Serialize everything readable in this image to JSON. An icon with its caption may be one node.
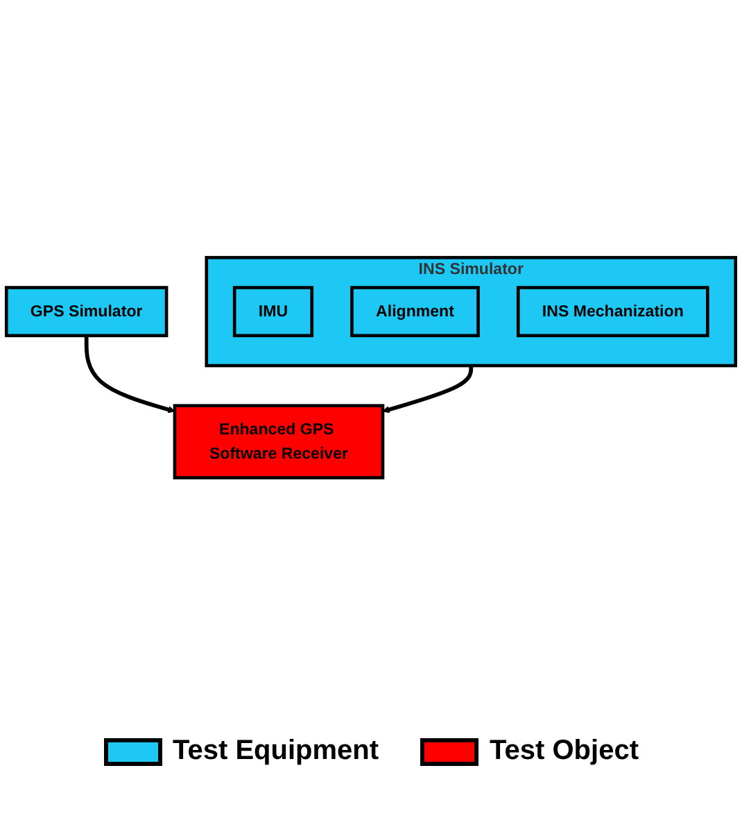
{
  "diagram": {
    "nodes": [
      {
        "text": [
          "GPS Simulator"
        ]
      },
      {
        "text": [
          "Enhanced GPS Software Receiver"
        ]
      },
      {
        "text": [
          "INS Simulator"
        ]
      },
      {
        "text": [
          "IMU"
        ],
        "in": 2
      },
      {
        "text": [
          "Alignment"
        ],
        "in": 2
      },
      {
        "text": [
          "INS Mechanization"
        ],
        "in": 2
      }
    ],
    "edges": [
      {
        "from": 0,
        "to": 1,
        "arrow": "to"
      },
      {
        "from": 2,
        "to": 1,
        "arrow": "to"
      }
    ],
    "legend": [
      {
        "text": "Test Equipment",
        "color": "#1ec8f5"
      },
      {
        "text": "Test Object",
        "color": "#ff0000"
      }
    ]
  }
}
